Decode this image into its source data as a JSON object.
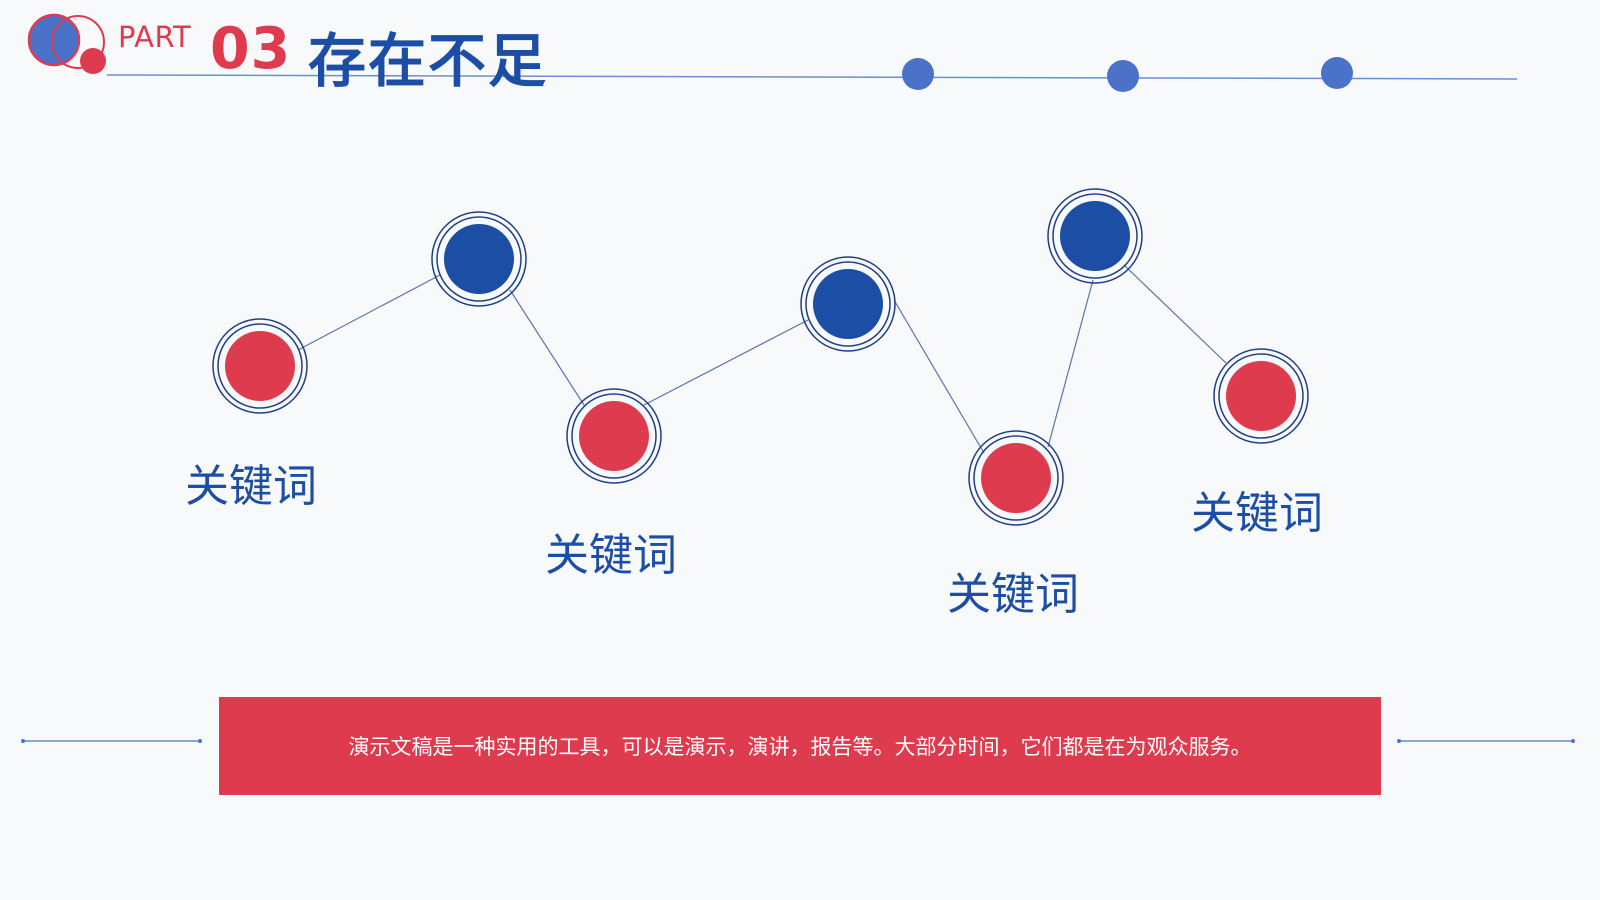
{
  "header": {
    "part_label": "PART",
    "part_number": "03",
    "title": "存在不足"
  },
  "keywords": [
    {
      "label": "关键词"
    },
    {
      "label": "关键词"
    },
    {
      "label": "关键词"
    },
    {
      "label": "关键词"
    }
  ],
  "description": "演示文稿是一种实用的工具，可以是演示，演讲，报告等。大部分时间，它们都是在为观众服务。",
  "colors": {
    "background": "#f8f9fa",
    "primary_blue": "#1c4ea6",
    "accent_blue": "#4a72c8",
    "accent_red": "#df3b4f",
    "ring_navy": "#1f3f86"
  },
  "icons": {
    "header_logo": "overlapping-circles-icon",
    "timeline_dots": "dot-icon",
    "node": "ringed-circle-icon"
  }
}
